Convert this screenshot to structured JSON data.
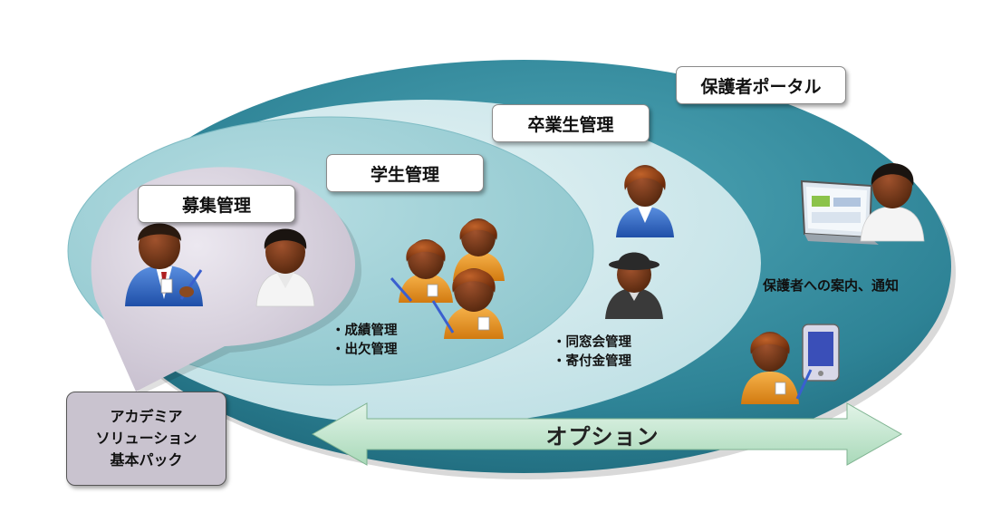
{
  "layers": {
    "recruitment": {
      "title": "募集管理"
    },
    "student": {
      "title": "学生管理",
      "features": [
        "・成績管理",
        "・出欠管理"
      ]
    },
    "alumni": {
      "title": "卒業生管理",
      "features": [
        "・同窓会管理",
        "・寄付金管理"
      ]
    },
    "parent_portal": {
      "title": "保護者ポータル",
      "description": "保護者への案内、通知"
    }
  },
  "base_pack": {
    "lines": [
      "アカデミア",
      "ソリューション",
      "基本パック"
    ]
  },
  "option_arrow": {
    "label": "オプション"
  },
  "colors": {
    "outer_ellipse": "#2e8396",
    "middle_ellipse": "#c5e2e6",
    "inner_ellipse": "#9bcfd5",
    "recruit_ellipse": "#d6cfdc",
    "arrow_fill": "#bfe4cc",
    "pack_fill": "#c9c3cf"
  }
}
